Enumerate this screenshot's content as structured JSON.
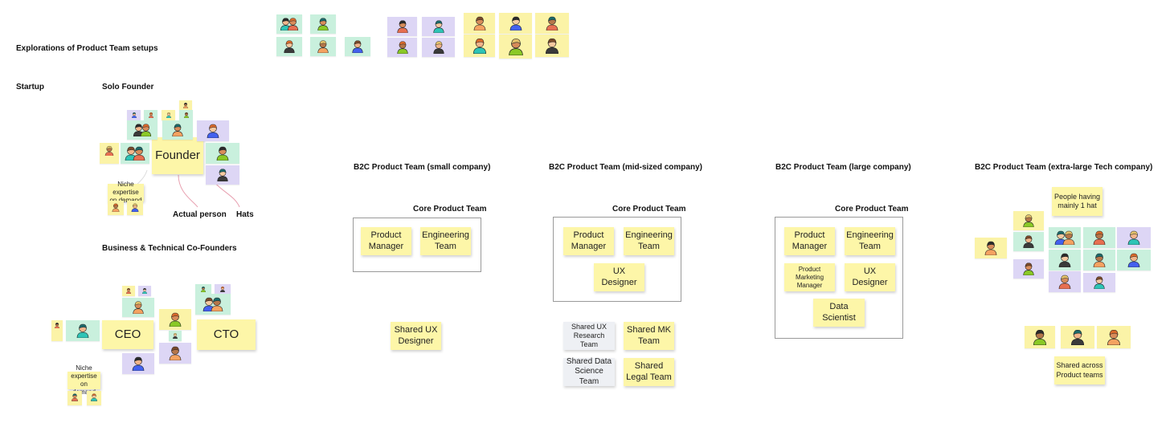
{
  "labels": {
    "page_title": "Explorations of Product Team setups",
    "startup": "Startup",
    "solo_founder": "Solo Founder",
    "cofounders": "Business & Technical Co-Founders",
    "actual_person": "Actual person",
    "hats": "Hats",
    "b2c_small": "B2C Product Team (small company)",
    "b2c_mid": "B2C Product Team (mid-sized company)",
    "b2c_large": "B2C Product Team (large company)",
    "b2c_xl": "B2C Product Team (extra-large Tech company)",
    "core_team": "Core Product Team"
  },
  "notes": {
    "founder": "Founder",
    "niche": "Niche expertise on demand",
    "ceo": "CEO",
    "cto": "CTO",
    "product_manager": "Product Manager",
    "engineering_team": "Engineering Team",
    "ux_designer": "UX Designer",
    "shared_ux_designer": "Shared UX Designer",
    "shared_ux_research": "Shared UX Research Team",
    "shared_mk": "Shared MK Team",
    "shared_data_science": "Shared Data Science Team",
    "shared_legal": "Shared Legal Team",
    "product_marketing_manager": "Product Marketing Manager",
    "data_scientist": "Data Scientist",
    "people_one_hat": "People having mainly 1 hat",
    "shared_across": "Shared across Product teams"
  },
  "colors": {
    "sticky": "#fdf6a8",
    "card_green": "#c9f0dd",
    "card_purple": "#ddd6f5",
    "card_yellow": "#fbf3a7",
    "frame_border": "#9a9a9a",
    "connector": "#e8a0b0"
  }
}
